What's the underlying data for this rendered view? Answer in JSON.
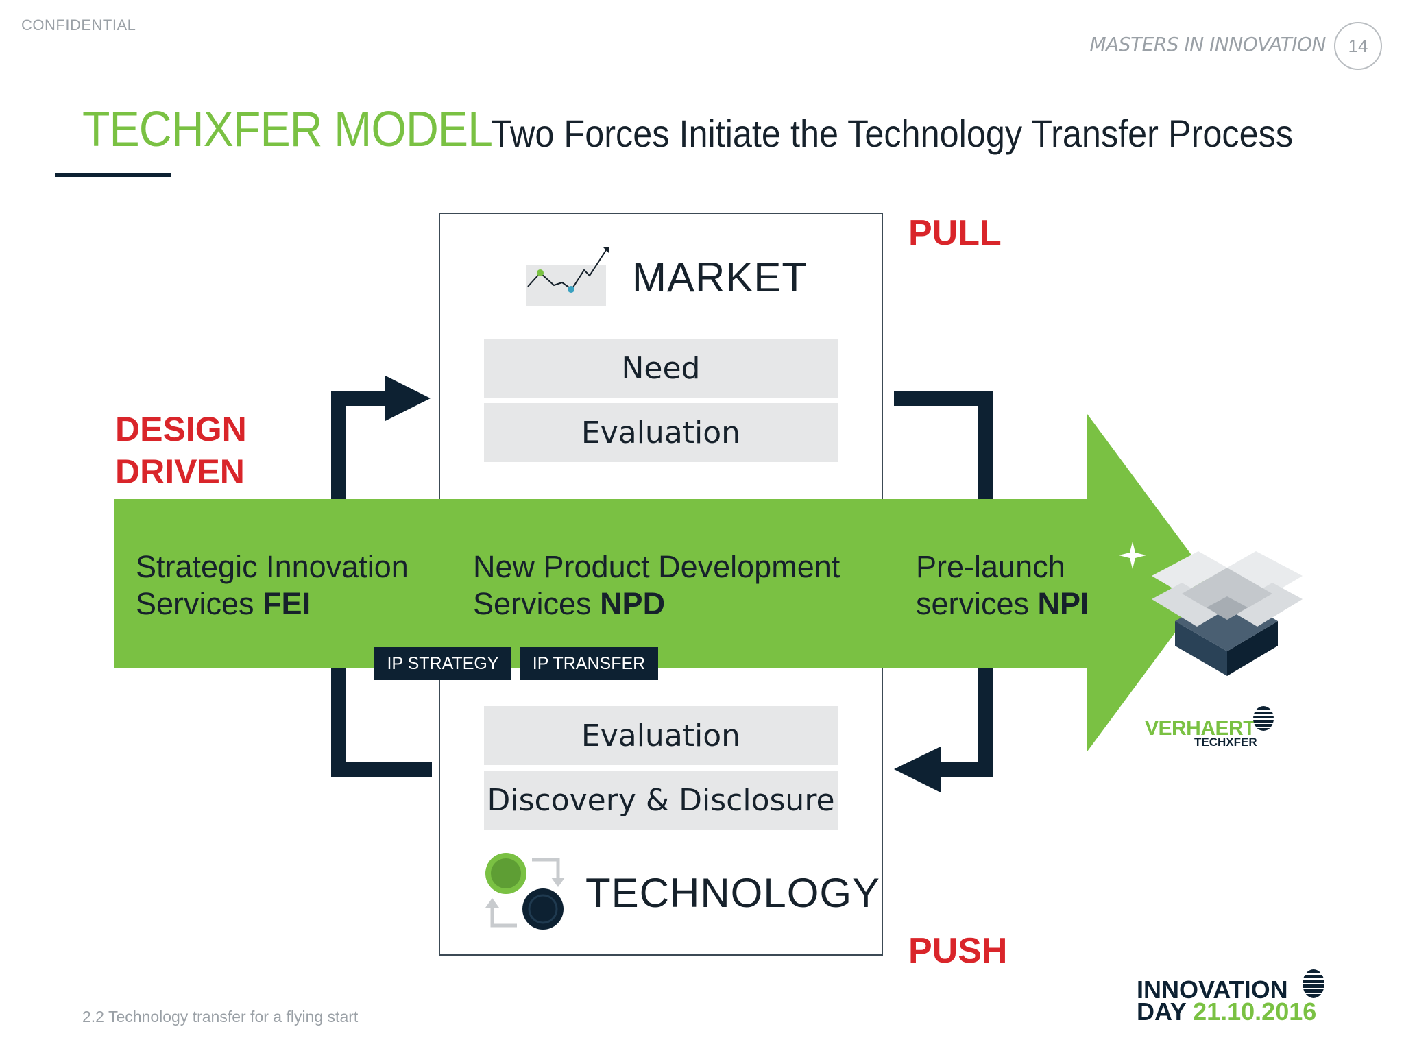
{
  "header": {
    "confidential": "CONFIDENTIAL",
    "series": "MASTERS IN INNOVATION",
    "page_number": "14",
    "title": "TECHXFER MODEL",
    "subtitle": "Two Forces Initiate the Technology Transfer Process"
  },
  "labels": {
    "pull": "PULL",
    "push": "PUSH",
    "design_line1": "DESIGN",
    "design_line2": "DRIVEN"
  },
  "market": {
    "label": "MARKET",
    "icon": "trend-chart-icon",
    "bars": [
      "Need",
      "Evaluation"
    ]
  },
  "technology": {
    "label": "TECHNOLOGY",
    "icon": "exchange-circles-icon",
    "bars": [
      "Evaluation",
      "Discovery & Disclosure"
    ]
  },
  "band": {
    "fei_line1": "Strategic Innovation",
    "fei_line2_prefix": "Services ",
    "fei_line2_bold": "FEI",
    "npd_line1": "New Product Development",
    "npd_line2_prefix": "Services ",
    "npd_line2_bold": "NPD",
    "npi_line1": "Pre-launch",
    "npi_line2_prefix": "services ",
    "npi_line2_bold": "NPI",
    "tags": [
      "IP STRATEGY",
      "IP TRANSFER"
    ]
  },
  "brand": {
    "verhaert": "VERHAERT",
    "techxfer": "TECHXFER",
    "innovation": "INNOVATION",
    "day": "DAY",
    "date": "21.10.2016"
  },
  "footer": {
    "text": "2.2 Technology transfer for a flying start"
  },
  "colors": {
    "green": "#7ac143",
    "navy": "#0d2132",
    "red": "#d9252a",
    "gray_bar": "#e6e7e8"
  }
}
